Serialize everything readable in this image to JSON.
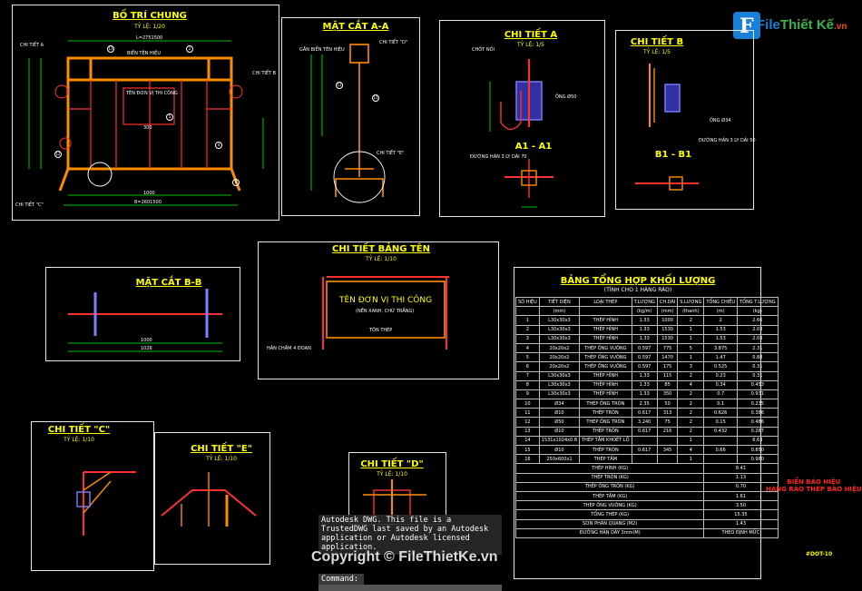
{
  "logo": {
    "letter": "F",
    "part1": "File",
    "part2": "Thiết Kế",
    "part3": ".vn"
  },
  "panels": {
    "general": {
      "title": "BỐ TRÍ CHUNG",
      "scale": "TỶ LỆ: 1/20",
      "labels": {
        "sign": "BIỂN TÊN HIỆU",
        "unit": "TÊN ĐƠN VỊ THI CÔNG",
        "a": "CHI TIẾT A",
        "b": "CHI TIẾT B",
        "c": "CHI TIẾT \"C\"",
        "len": "L=2751500",
        "w": "B=2601500",
        "d1": "1000",
        "d2": "300"
      }
    },
    "sectionAA": {
      "title": "MẶT CẮT A-A",
      "labels": {
        "sign": "GẮN BIỂN TÊN HIỆU",
        "d": "CHI TIẾT \"D\"",
        "e": "CHI TIẾT \"E\""
      }
    },
    "detailA": {
      "title": "CHI TIẾT A",
      "scale": "TỶ LỆ: 1/5",
      "sec": "A1 - A1",
      "labels": {
        "bolt": "CHỐT NỐI",
        "pipe": "ỐNG Ø50",
        "weld": "ĐƯỜNG HÀN 3 LY DÀI 70"
      }
    },
    "detailB": {
      "title": "CHI TIẾT B",
      "scale": "TỶ LỆ: 1/5",
      "sec": "B1 - B1",
      "labels": {
        "pipe": "ỐNG Ø34",
        "weld": "ĐƯỜNG HÀN 3 LY DÀI 50"
      }
    },
    "sectionBB": {
      "title": "MẶT CẮT B-B",
      "labels": {
        "d1": "1000",
        "d2": "1026"
      }
    },
    "signDetail": {
      "title": "CHI TIẾT BẢNG TÊN",
      "scale": "TỶ LỆ: 1/10",
      "main": "TÊN ĐƠN VỊ THI CÔNG",
      "sub": "(NỀN XANH, CHỮ TRẮNG)",
      "steel": "TÔN THÉP",
      "weld": "HÀN CHẤM 4 ĐOẠN"
    },
    "detailC": {
      "title": "CHI TIẾT \"C\"",
      "scale": "TỶ LỆ: 1/10"
    },
    "detailE": {
      "title": "CHI TIẾT \"E\"",
      "scale": "TỶ LỆ: 1/10"
    },
    "detailD": {
      "title": "CHI TIẾT \"D\"",
      "scale": "TỶ LỆ: 1/10"
    }
  },
  "table": {
    "title": "BẢNG TỔNG HỢP KHỐI LƯỢNG",
    "subtitle": "(TÍNH CHO 1 HÀNG RÀO)",
    "headers": [
      "SỐ HIỆU",
      "TIẾT DIỆN",
      "LOẠI THÉP",
      "T.LƯỢNG",
      "CH.DÀI",
      "S.LƯỢNG",
      "TỔNG CHIỀU",
      "TỔNG T.LƯỢNG"
    ],
    "units": [
      "",
      "(mm)",
      "",
      "(kg/m)",
      "(mm)",
      "(thanh)",
      "(m)",
      "(kg)"
    ],
    "rows": [
      [
        "1",
        "L30x30x3",
        "THÉP HÌNH",
        "1.33",
        "1000",
        "2",
        "2",
        "2.66"
      ],
      [
        "2",
        "L30x30x3",
        "THÉP HÌNH",
        "1.33",
        "1530",
        "1",
        "1.53",
        "2.03"
      ],
      [
        "3",
        "L30x30x3",
        "THÉP HÌNH",
        "1.33",
        "1530",
        "1",
        "1.53",
        "2.03"
      ],
      [
        "4",
        "20x20x2",
        "THÉP ỐNG VUÔNG",
        "0.597",
        "775",
        "5",
        "3.875",
        "2.31"
      ],
      [
        "5",
        "20x20x2",
        "THÉP ỐNG VUÔNG",
        "0.597",
        "1470",
        "1",
        "1.47",
        "0.88"
      ],
      [
        "6",
        "20x20x2",
        "THÉP ỐNG VUÔNG",
        "0.597",
        "175",
        "3",
        "0.525",
        "0.31"
      ],
      [
        "7",
        "L30x30x3",
        "THÉP HÌNH",
        "1.33",
        "115",
        "2",
        "0.23",
        "0.31"
      ],
      [
        "8",
        "L30x30x3",
        "THÉP HÌNH",
        "1.33",
        "85",
        "4",
        "0.34",
        "0.453"
      ],
      [
        "9",
        "L30x30x3",
        "THÉP HÌNH",
        "1.33",
        "350",
        "2",
        "0.7",
        "0.931"
      ],
      [
        "10",
        "Ø34",
        "THÉP ỐNG TRÒN",
        "2.35",
        "50",
        "2",
        "0.1",
        "0.235"
      ],
      [
        "11",
        "Ø10",
        "THÉP TRÒN",
        "0.617",
        "313",
        "2",
        "0.626",
        "0.386"
      ],
      [
        "12",
        "Ø50",
        "THÉP ỐNG TRÒN",
        "3.240",
        "75",
        "2",
        "0.15",
        "0.486"
      ],
      [
        "13",
        "Ø10",
        "THÉP TRÒN",
        "0.617",
        "216",
        "2",
        "0.432",
        "0.267"
      ],
      [
        "14",
        "1531x1024x0.8",
        "THÉP TẤM KHOÉT LỖ",
        "",
        "",
        "1",
        "",
        "6.63"
      ],
      [
        "15",
        "Ø10",
        "THÉP TRÒN",
        "0.617",
        "345",
        "4",
        "0.66",
        "0.850"
      ],
      [
        "16",
        "250x600x1",
        "THÉP TẤM",
        "",
        "",
        "1",
        "",
        "0.980"
      ]
    ],
    "summary": [
      [
        "THÉP HÌNH (KG)",
        "8.41"
      ],
      [
        "THÉP TRÒN (KG)",
        "1.13"
      ],
      [
        "THÉP ỐNG TRÒN (KG)",
        "0.70"
      ],
      [
        "THÉP TẤM (KG)",
        "1.61"
      ],
      [
        "THÉP ỐNG VUÔNG (KG)",
        "3.50"
      ],
      [
        "TỔNG THÉP (KG)",
        "15.35"
      ],
      [
        "SƠN PHẢN QUANG (M2)",
        "1.43"
      ],
      [
        "ĐƯỜNG HÀN DÀY 3mm(M)",
        "THEO ĐỊNH MỨC"
      ]
    ]
  },
  "note": {
    "line1": "BIỂN BÁO HIỆU",
    "line2": "HÀNG RÀO THÉP BÁO HIỆU"
  },
  "code": "#DOT-10",
  "watermark": "Copyright © FileThietKe.vn",
  "command": {
    "text": "Autodesk DWG.  This file is a TrustedDWG last saved by an Autodesk application or Autodesk licensed application.",
    "prompt": "Command:"
  },
  "colors": {
    "frame": "#ff8c00",
    "dim": "#00ff00",
    "text": "#ffff00",
    "pipe": "#ff3030",
    "plate": "#8080ff",
    "note": "#ff2020"
  }
}
